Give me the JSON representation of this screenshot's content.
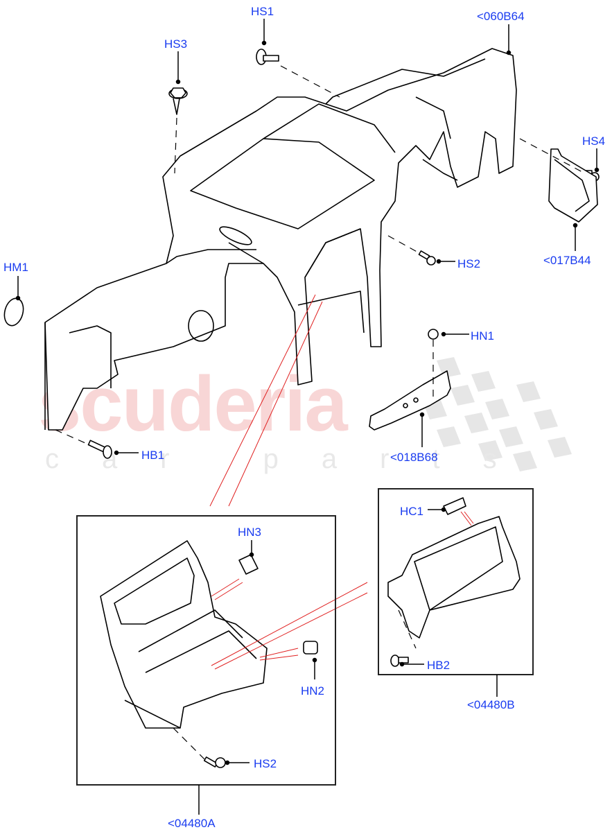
{
  "diagram": {
    "type": "exploded parts diagram",
    "subject": "Dashboard cross-car beam / instrument panel support frame with fasteners",
    "watermark": {
      "main": "scuderia",
      "sub": "car parts"
    },
    "colors": {
      "label": "#1a3cf0",
      "leader": "#000000",
      "callout_line": "#e02020",
      "watermark_main": "#f8d6d6",
      "watermark_sub": "#e8e8e8"
    },
    "labels": {
      "hs1": "HS1",
      "hs3": "HS3",
      "ref_060b64": "<060B64",
      "hs4": "HS4",
      "ref_017b44": "<017B44",
      "hs2_top": "HS2",
      "hm1": "HM1",
      "hn1": "HN1",
      "ref_018b68": "<018B68",
      "hb1": "HB1",
      "hn3": "HN3",
      "hn2": "HN2",
      "hs2_inset": "HS2",
      "ref_04480a": "<04480A",
      "hc1": "HC1",
      "hb2": "HB2",
      "ref_04480b": "<04480B"
    },
    "insets": [
      {
        "id": "A",
        "ref": "<04480A",
        "parts": [
          "HN3",
          "HN2",
          "HS2"
        ]
      },
      {
        "id": "B",
        "ref": "<04480B",
        "parts": [
          "HC1",
          "HB2"
        ]
      }
    ]
  }
}
